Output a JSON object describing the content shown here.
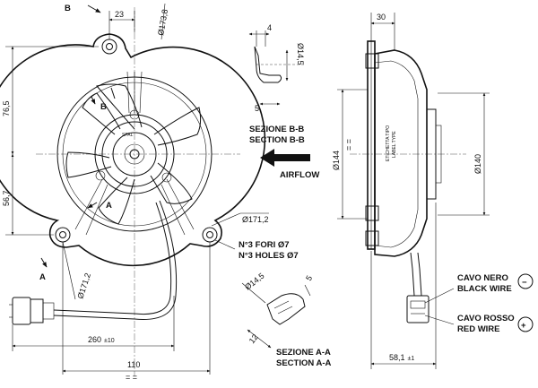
{
  "dimensions": {
    "d23": "23",
    "d173": "Ø173,8",
    "d76": "76,5",
    "d56": "56,7",
    "d171_right": "Ø171,2",
    "d171_left": "Ø171,2",
    "d260": "260",
    "d260_tol": "±10",
    "d110": "110",
    "d30": "30",
    "d144": "Ø144",
    "d140": "Ø140",
    "d58": "58,1",
    "d58_tol": "±1",
    "bb_4": "4",
    "bb_145": "Ø14,5",
    "bb_5": "5",
    "aa_145": "Ø14,5",
    "aa_5": "5",
    "aa_12": "12"
  },
  "section_marks": {
    "b_top": "B",
    "b_mid": "B",
    "a_left": "A",
    "a_mid": "A"
  },
  "sections": {
    "bb_it": "SEZIONE B-B",
    "bb_en": "SECTION B-B",
    "aa_it": "SEZIONE A-A",
    "aa_en": "SECTION A-A"
  },
  "airflow_label": "AIRFLOW",
  "holes": {
    "it": "N°3 FORI Ø7",
    "en": "N°3 HOLES Ø7"
  },
  "label_tag": {
    "line1": "ETICHETTA TIPO",
    "line2": "LABEL TYPE"
  },
  "hub_mark": "SPAL",
  "wires": {
    "black_it": "CAVO NERO",
    "black_en": "BLACK WIRE",
    "black_sign": "−",
    "red_it": "CAVO ROSSO",
    "red_en": "RED WIRE",
    "red_sign": "+"
  }
}
